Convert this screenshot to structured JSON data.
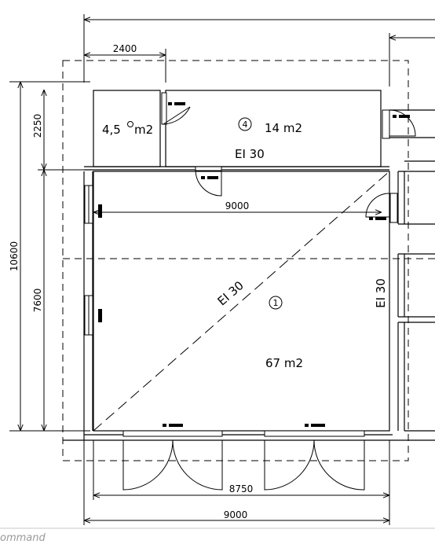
{
  "dimensions": {
    "top_width": "2400",
    "total_height": "10600",
    "upper_height": "2250",
    "lower_height": "7600",
    "inner_span": "9000",
    "bottom_inner": "8750",
    "bottom_total": "9000"
  },
  "rooms": {
    "small_area": "4,5",
    "small_unit": "m2",
    "room4_number": "4",
    "room4_area": "14  m2",
    "room4_rating": "EI  30",
    "room1_number": "1",
    "room1_area": "67  m2",
    "diagonal_rating": "EI  30",
    "side_rating": "EI  30"
  },
  "command_line": "ommand"
}
